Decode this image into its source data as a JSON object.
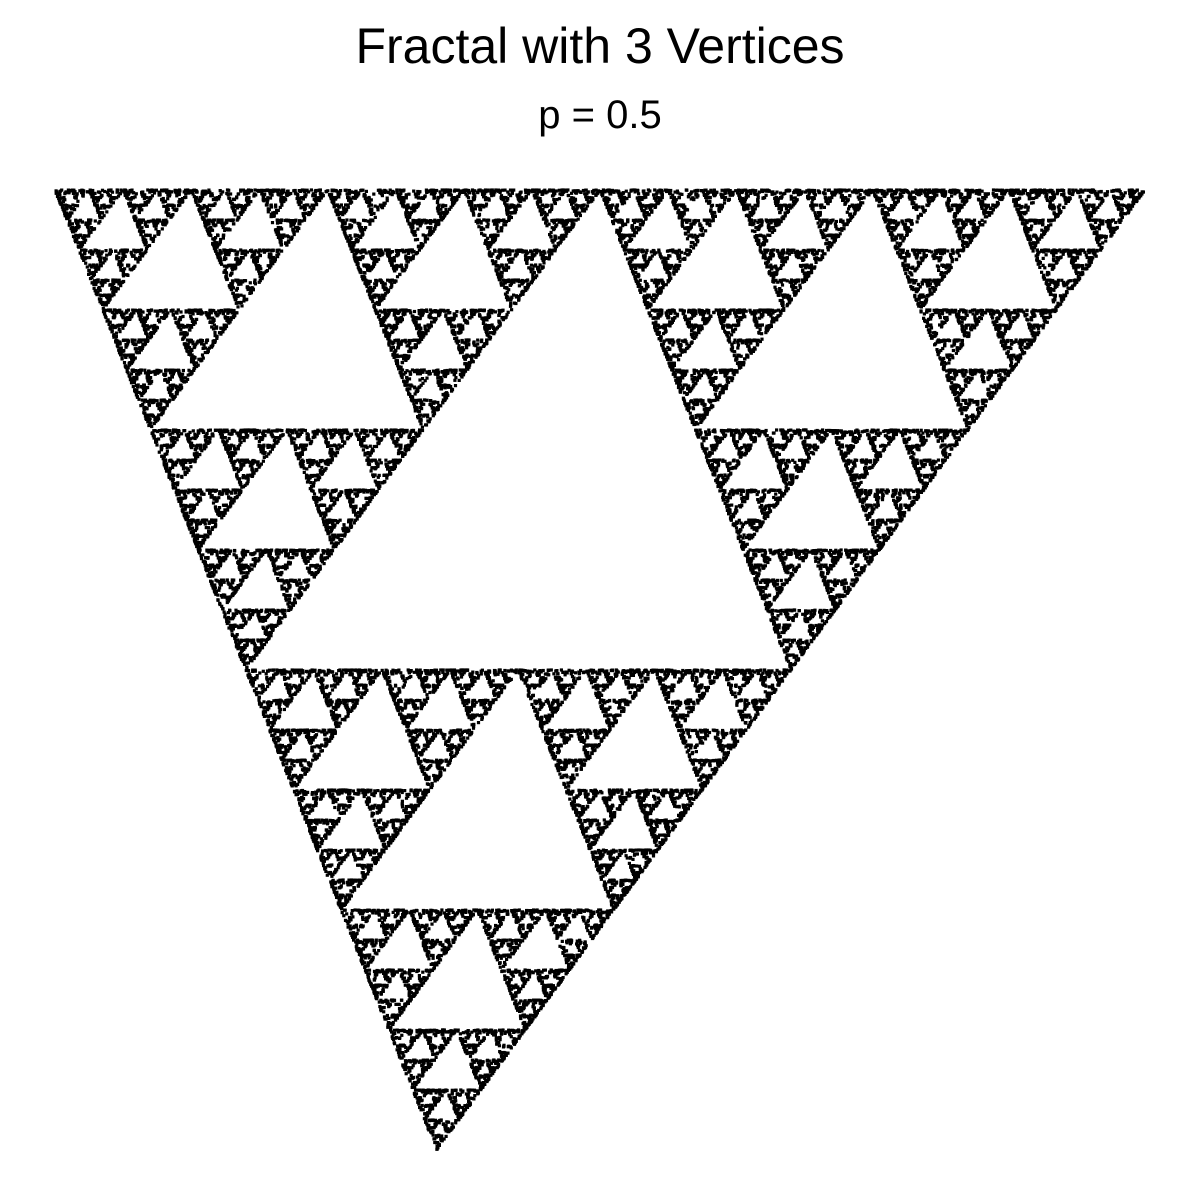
{
  "chart_data": {
    "type": "scatter",
    "title": "Fractal with 3 Vertices",
    "subtitle": "p = 0.5",
    "xlabel": "",
    "ylabel": "",
    "grid": false,
    "axes_visible": false,
    "legend": "none",
    "point_color": "#000000",
    "background_color": "#ffffff",
    "method": "chaos game",
    "vertices": [
      {
        "x": 0,
        "y": 1
      },
      {
        "x": 1,
        "y": 1
      },
      {
        "x": 0.35,
        "y": 0
      }
    ],
    "p": 0.5,
    "xlim": [
      0,
      1
    ],
    "ylim": [
      0,
      1
    ]
  }
}
